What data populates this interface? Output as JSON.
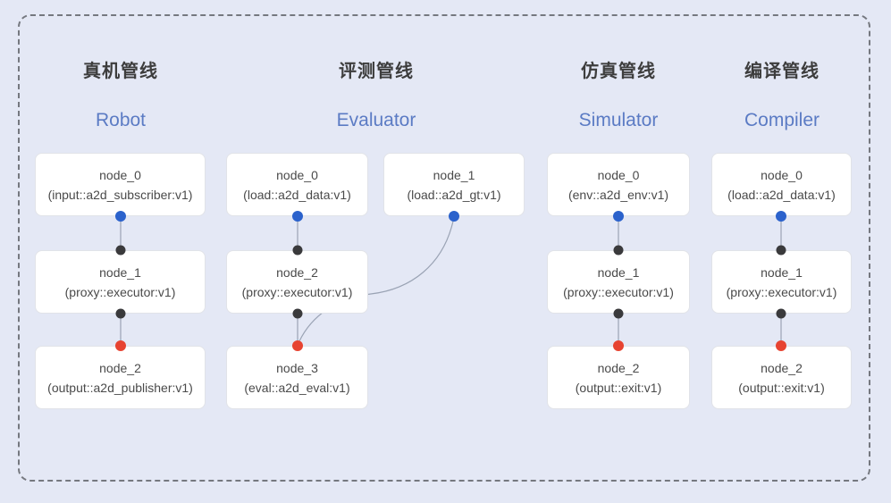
{
  "pipelines": [
    {
      "id": "robot",
      "title_cn": "真机管线",
      "title_en": "Robot",
      "nodes": [
        {
          "name": "node_0",
          "impl": "(input::a2d_subscriber:v1)"
        },
        {
          "name": "node_1",
          "impl": "(proxy::executor:v1)"
        },
        {
          "name": "node_2",
          "impl": "(output::a2d_publisher:v1)"
        }
      ]
    },
    {
      "id": "evaluator",
      "title_cn": "评测管线",
      "title_en": "Evaluator",
      "nodes": [
        {
          "name": "node_0",
          "impl": "(load::a2d_data:v1)"
        },
        {
          "name": "node_1",
          "impl": "(load::a2d_gt:v1)"
        },
        {
          "name": "node_2",
          "impl": "(proxy::executor:v1)"
        },
        {
          "name": "node_3",
          "impl": "(eval::a2d_eval:v1)"
        }
      ]
    },
    {
      "id": "simulator",
      "title_cn": "仿真管线",
      "title_en": "Simulator",
      "nodes": [
        {
          "name": "node_0",
          "impl": "(env::a2d_env:v1)"
        },
        {
          "name": "node_1",
          "impl": "(proxy::executor:v1)"
        },
        {
          "name": "node_2",
          "impl": "(output::exit:v1)"
        }
      ]
    },
    {
      "id": "compiler",
      "title_cn": "编译管线",
      "title_en": "Compiler",
      "nodes": [
        {
          "name": "node_0",
          "impl": "(load::a2d_data:v1)"
        },
        {
          "name": "node_1",
          "impl": "(proxy::executor:v1)"
        },
        {
          "name": "node_2",
          "impl": "(output::exit:v1)"
        }
      ]
    }
  ],
  "edges": [
    {
      "pipeline": "robot",
      "from": "node_0",
      "to": "node_1"
    },
    {
      "pipeline": "robot",
      "from": "node_1",
      "to": "node_2"
    },
    {
      "pipeline": "evaluator",
      "from": "node_0",
      "to": "node_2"
    },
    {
      "pipeline": "evaluator",
      "from": "node_1",
      "to": "node_3"
    },
    {
      "pipeline": "evaluator",
      "from": "node_2",
      "to": "node_3"
    },
    {
      "pipeline": "simulator",
      "from": "node_0",
      "to": "node_1"
    },
    {
      "pipeline": "simulator",
      "from": "node_1",
      "to": "node_2"
    },
    {
      "pipeline": "compiler",
      "from": "node_0",
      "to": "node_1"
    },
    {
      "pipeline": "compiler",
      "from": "node_1",
      "to": "node_2"
    }
  ],
  "colors": {
    "bg": "#e4e8f5",
    "frame": "#75787f",
    "title": "#3d3d3d",
    "accent": "#5b7bc4",
    "text": "#4a4a4a",
    "box-border": "#e1e3e8",
    "line": "#9aa3b4",
    "output": "#2b62cc",
    "input": "#3a3a3c",
    "sink": "#e74331"
  }
}
